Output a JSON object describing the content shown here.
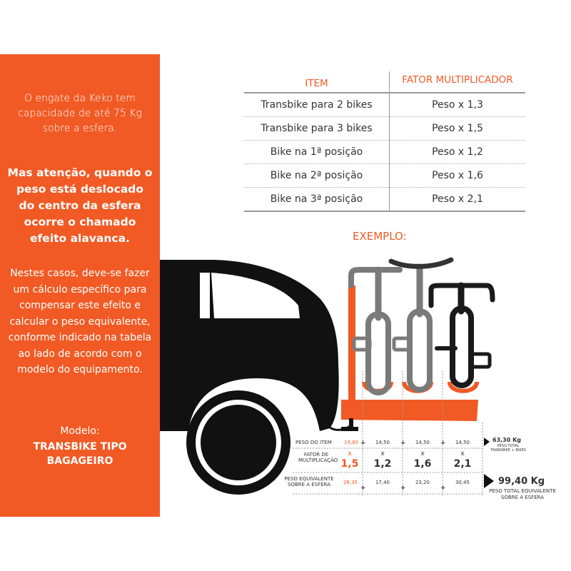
{
  "panel": {
    "intro": "O engate da Keko tem capacidade de até 75 Kg sobre a esfera.",
    "warning": "Mas atenção, quando o peso está deslocado do centro da esfera ocorre o chamado efeito alavanca.",
    "explanation": "Nestes casos, deve-se fazer um cálculo específico para compensar este efeito e calcular o peso equivalente, conforme indicado na tabela ao lado de acordo com o modelo do equipamento.",
    "model_label": "Modelo:",
    "model_name": "TRANSBIKE TIPO BAGAGEIRO"
  },
  "table": {
    "header_item": "ITEM",
    "header_factor": "FATOR MULTIPLICADOR",
    "rows": [
      {
        "item": "Transbike para 2 bikes",
        "factor": "Peso x 1,3"
      },
      {
        "item": "Transbike para 3 bikes",
        "factor": "Peso x 1,5"
      },
      {
        "item": "Bike na 1ª posição",
        "factor": "Peso x 1,2"
      },
      {
        "item": "Bike na 2ª posição",
        "factor": "Peso x 1,6"
      },
      {
        "item": "Bike na 3ª posição",
        "factor": "Peso x 2,1"
      }
    ]
  },
  "example": {
    "title": "EXEMPLO:",
    "label_weight": "PESO DO ITEM",
    "label_factor": "FATOR DE MULTIPLICAÇÃO",
    "label_equiv": "PESO EQUIVALENTE SOBRE A ESFERA",
    "x_symbol": "x",
    "weights": [
      "19,80",
      "14,50",
      "14,50",
      "14,50"
    ],
    "factors": [
      "1,5",
      "1,2",
      "1,6",
      "2,1"
    ],
    "equivalents": [
      "28,35",
      "17,40",
      "23,20",
      "30,45"
    ],
    "total_weight": "63,30 Kg",
    "total_weight_caption": "PESO TOTAL TRANSBIKE + BIKES",
    "total_equiv": "99,40 Kg",
    "total_equiv_caption": "PESO TOTAL EQUIVALENTE SOBRE A ESFERA"
  },
  "colors": {
    "accent": "#f15a24",
    "car": "#111111",
    "bike_gray": "#7a7a7a",
    "bike_dark": "#1a1a1a"
  }
}
